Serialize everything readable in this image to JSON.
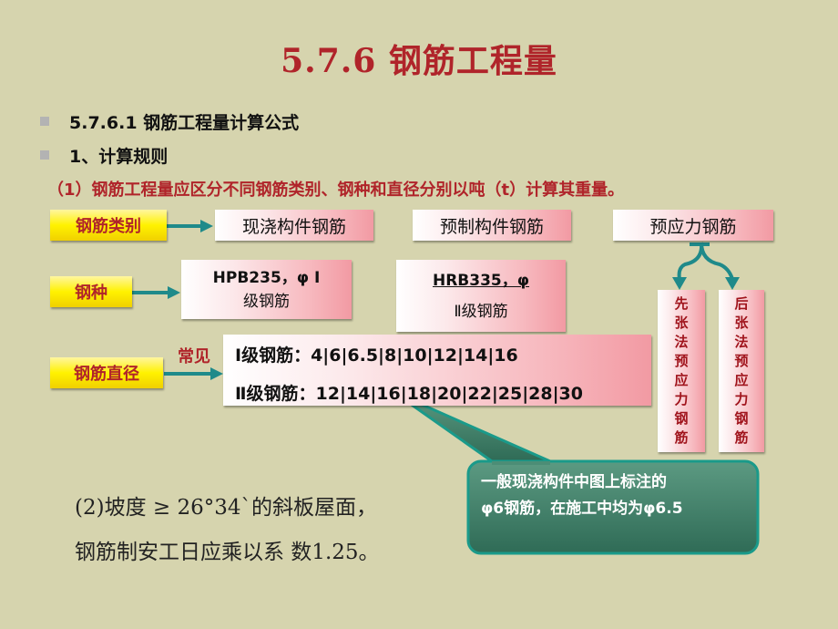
{
  "title": "5.7.6  钢筋工程量",
  "bullets": [
    "5.7.6.1  钢筋工程量计算公式",
    "1、计算规则"
  ],
  "rule_1": "（1）钢筋工程量应区分不同钢筋类别、钢种和直径分别以吨（t）计算其重量。",
  "categories": {
    "label": "钢筋类别",
    "items": [
      "现浇构件钢筋",
      "预制构件钢筋",
      "预应力钢筋"
    ]
  },
  "prestress_types": {
    "pre": [
      "先",
      "张",
      "法",
      "预",
      "应",
      "力",
      "钢",
      "筋"
    ],
    "post": [
      "后",
      "张",
      "法",
      "预",
      "应",
      "力",
      "钢",
      "筋"
    ]
  },
  "steel_grade": {
    "label": "钢种",
    "hpb_line1": "HPB235，φ Ⅰ",
    "hpb_line2": "级钢筋",
    "hrb_line1": "HRB335，φ",
    "hrb_line2": "Ⅱ级钢筋"
  },
  "diameter": {
    "label": "钢筋直径",
    "common_label": "常见",
    "row1": "Ⅰ级钢筋：4|6|6.5|8|10|12|14|16",
    "row2": "Ⅱ级钢筋：12|14|16|18|20|22|25|28|30"
  },
  "callout": {
    "line1": "一般现浇构件中图上标注的",
    "line2": "φ6钢筋，在施工中均为φ6.5"
  },
  "rule_2": {
    "line1": "(2)坡度 ≥ 26°34`的斜板屋面，",
    "line2": "钢筋制安工日应乘以系  数1.25。"
  },
  "colors": {
    "background": "#d6d4ae",
    "title_red": "#b0242a",
    "arrow_teal": "#1f8a8a",
    "callout_border": "#1a9a8a",
    "callout_fill": "#3f7f6a"
  }
}
